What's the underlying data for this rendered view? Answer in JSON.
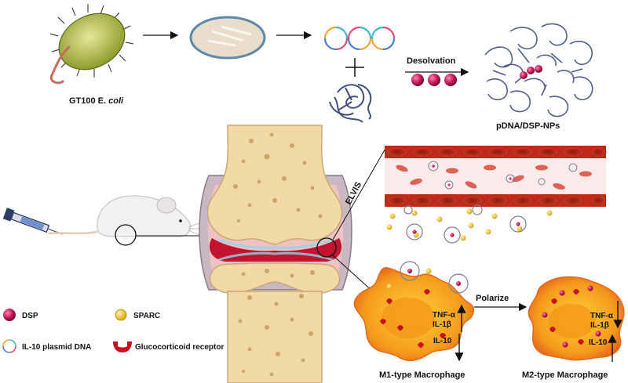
{
  "labels": {
    "ecoli": "GT100 E.",
    "ecoli_italic": "coli",
    "desolvation": "Desolvation",
    "nanoparticle": "pDNA/DSP-NPs",
    "elvis": "ELVIS",
    "polarize": "Polarize",
    "m1": "M1-type Macrophage",
    "m2": "M2-type Macrophage",
    "m1_tnf": "TNF-α",
    "m1_il1b": "IL-1β",
    "m1_il10": "IL-10",
    "m2_tnf": "TNF-α",
    "m2_il1b": "IL-1β",
    "m2_il10": "IL-10"
  },
  "legend": [
    {
      "label": "DSP",
      "icon": "dsp-particle-icon"
    },
    {
      "label": "SPARC",
      "icon": "sparc-protein-icon"
    },
    {
      "label": "IL-10 plasmid DNA",
      "icon": "plasmid-icon"
    },
    {
      "label": "Glucocorticoid receptor",
      "icon": "receptor-icon"
    }
  ],
  "colors": {
    "dsp": "#c8195a",
    "sparc": "#f2c21a",
    "macrophage": "#f59a1c",
    "vessel": "#c42a1a",
    "bone": "#f1d9a8",
    "inflamed": "#c3132e",
    "protein": "#3d4f7a"
  }
}
